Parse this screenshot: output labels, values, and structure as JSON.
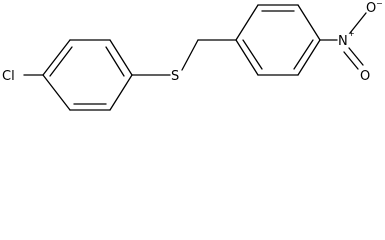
{
  "molecule": {
    "atoms": {
      "chlorine": "Cl",
      "sulfur": "S",
      "nitrogen": "N",
      "nitrogen_charge": "+",
      "oxygen_top": "O",
      "oxygen_top_charge": "−",
      "oxygen_bottom": "O"
    },
    "bond_color": "#000000"
  }
}
